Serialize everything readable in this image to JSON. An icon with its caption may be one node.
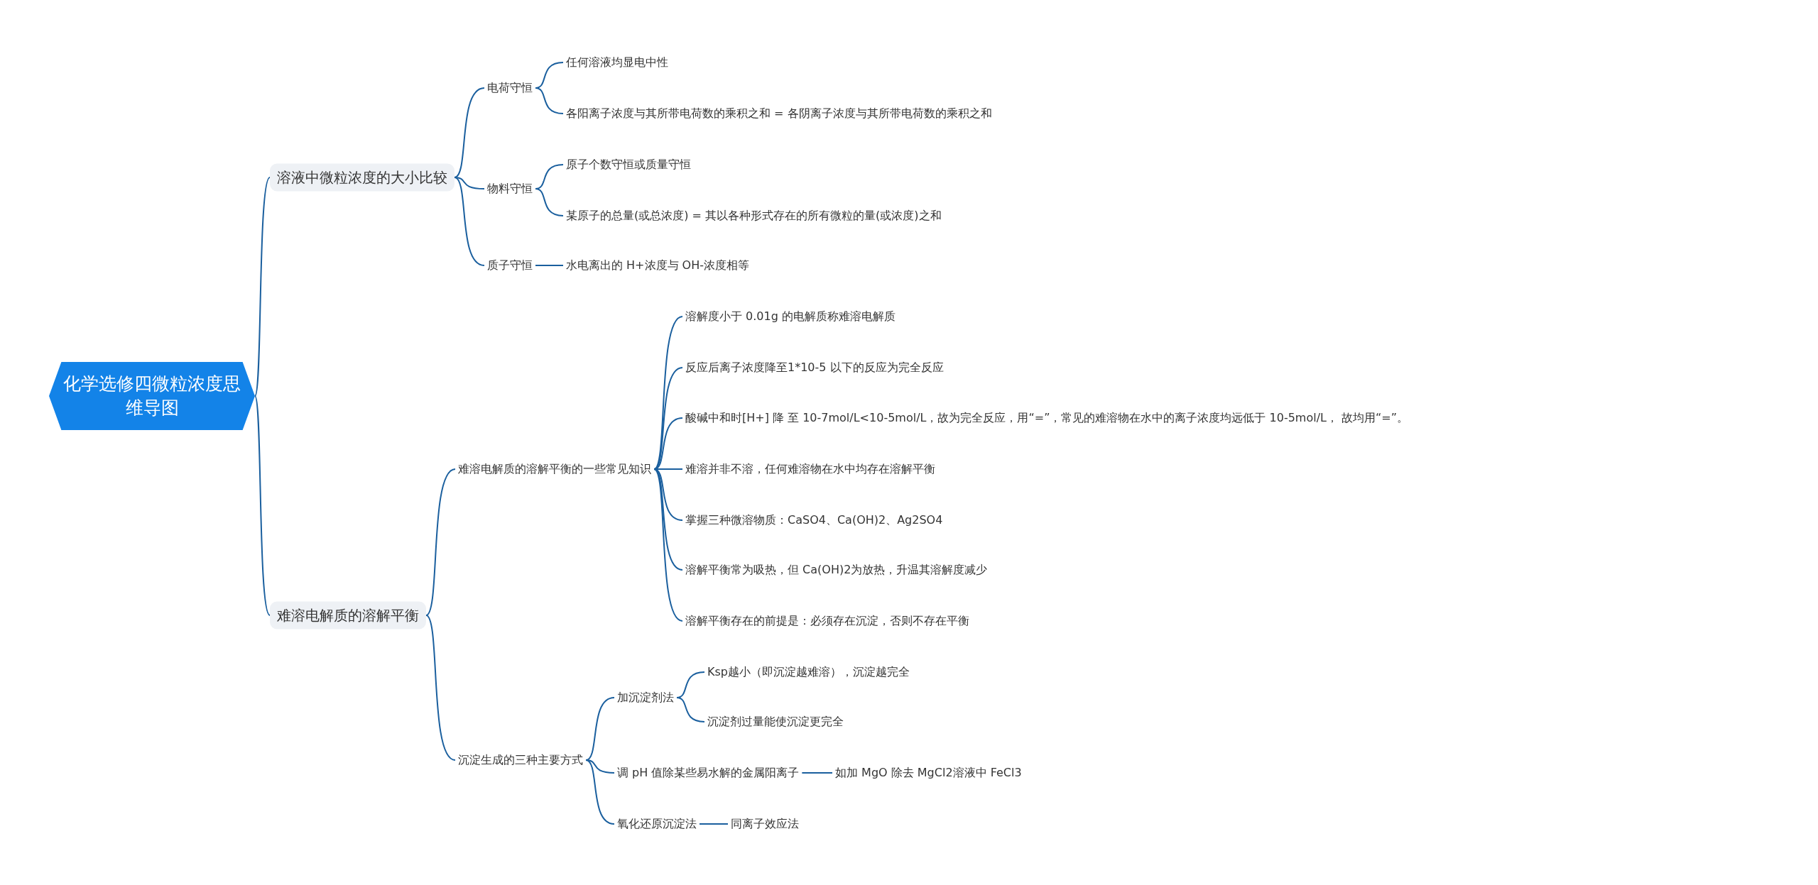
{
  "diagram": {
    "nodes": [
      {
        "text": [
          "化学选修四微粒浓度思维导图"
        ]
      },
      {
        "text": [
          "溶液中微粒浓度的大小比较"
        ]
      },
      {
        "text": [
          "电荷守恒"
        ]
      },
      {
        "text": [
          "任何溶液均显电中性"
        ]
      },
      {
        "text": [
          "各阳离子浓度与其所带电荷数的乘积之和 = 各阴离子浓度与其所带电荷数的乘积之和"
        ]
      },
      {
        "text": [
          "物料守恒"
        ]
      },
      {
        "text": [
          "原子个数守恒或质量守恒"
        ]
      },
      {
        "text": [
          "某原子的总量(或总浓度) = 其以各种形式存在的所有微粒的量(或浓度)之和"
        ]
      },
      {
        "text": [
          "质子守恒"
        ]
      },
      {
        "text": [
          "水电离出的 H+浓度与 OH-浓度相等"
        ]
      },
      {
        "text": [
          "难溶电解质的溶解平衡"
        ]
      },
      {
        "text": [
          "难溶电解质的溶解平衡的一些常见知识"
        ]
      },
      {
        "text": [
          "溶解度小于 0.01g 的电解质称难溶电解质"
        ]
      },
      {
        "text": [
          "反应后离子浓度降至1*10-5 以下的反应为完全反应"
        ]
      },
      {
        "text": [
          "酸碱中和时[H+] 降 至 10-7mol/L<10-5mol/L，故为完全反应，用“=”，常见的难溶物在水中的离子浓度均远低于 10-5mol/L， 故均用“=”。"
        ]
      },
      {
        "text": [
          "难溶并非不溶，任何难溶物在水中均存在溶解平衡"
        ]
      },
      {
        "text": [
          "掌握三种微溶物质：CaSO4、Ca(OH)2、Ag2SO4"
        ]
      },
      {
        "text": [
          "溶解平衡常为吸热，但 Ca(OH)2为放热，升温其溶解度减少"
        ]
      },
      {
        "text": [
          "溶解平衡存在的前提是：必须存在沉淀，否则不存在平衡"
        ]
      },
      {
        "text": [
          "沉淀生成的三种主要方式"
        ]
      },
      {
        "text": [
          "加沉淀剂法"
        ]
      },
      {
        "text": [
          "Ksp越小（即沉淀越难溶），沉淀越完全"
        ]
      },
      {
        "text": [
          "沉淀剂过量能使沉淀更完全"
        ]
      },
      {
        "text": [
          "调 pH 值除某些易水解的金属阳离子"
        ]
      },
      {
        "text": [
          "如加 MgO 除去 MgCl2溶液中 FeCl3"
        ]
      },
      {
        "text": [
          "氧化还原沉淀法"
        ]
      },
      {
        "text": [
          "同离子效应法"
        ]
      }
    ],
    "edges": [
      {
        "from": 0,
        "to": 1,
        "arrow": "none"
      },
      {
        "from": 1,
        "to": 2,
        "arrow": "none"
      },
      {
        "from": 2,
        "to": 3,
        "arrow": "none"
      },
      {
        "from": 2,
        "to": 4,
        "arrow": "none"
      },
      {
        "from": 1,
        "to": 5,
        "arrow": "none"
      },
      {
        "from": 5,
        "to": 6,
        "arrow": "none"
      },
      {
        "from": 5,
        "to": 7,
        "arrow": "none"
      },
      {
        "from": 1,
        "to": 8,
        "arrow": "none"
      },
      {
        "from": 8,
        "to": 9,
        "arrow": "none"
      },
      {
        "from": 0,
        "to": 10,
        "arrow": "none"
      },
      {
        "from": 10,
        "to": 11,
        "arrow": "none"
      },
      {
        "from": 11,
        "to": 12,
        "arrow": "none"
      },
      {
        "from": 11,
        "to": 13,
        "arrow": "none"
      },
      {
        "from": 11,
        "to": 14,
        "arrow": "none"
      },
      {
        "from": 11,
        "to": 15,
        "arrow": "none"
      },
      {
        "from": 11,
        "to": 16,
        "arrow": "none"
      },
      {
        "from": 11,
        "to": 17,
        "arrow": "none"
      },
      {
        "from": 11,
        "to": 18,
        "arrow": "none"
      },
      {
        "from": 10,
        "to": 19,
        "arrow": "none"
      },
      {
        "from": 19,
        "to": 20,
        "arrow": "none"
      },
      {
        "from": 20,
        "to": 21,
        "arrow": "none"
      },
      {
        "from": 20,
        "to": 22,
        "arrow": "none"
      },
      {
        "from": 19,
        "to": 23,
        "arrow": "none"
      },
      {
        "from": 23,
        "to": 24,
        "arrow": "none"
      },
      {
        "from": 19,
        "to": 25,
        "arrow": "none"
      },
      {
        "from": 25,
        "to": 26,
        "arrow": "none"
      }
    ]
  }
}
